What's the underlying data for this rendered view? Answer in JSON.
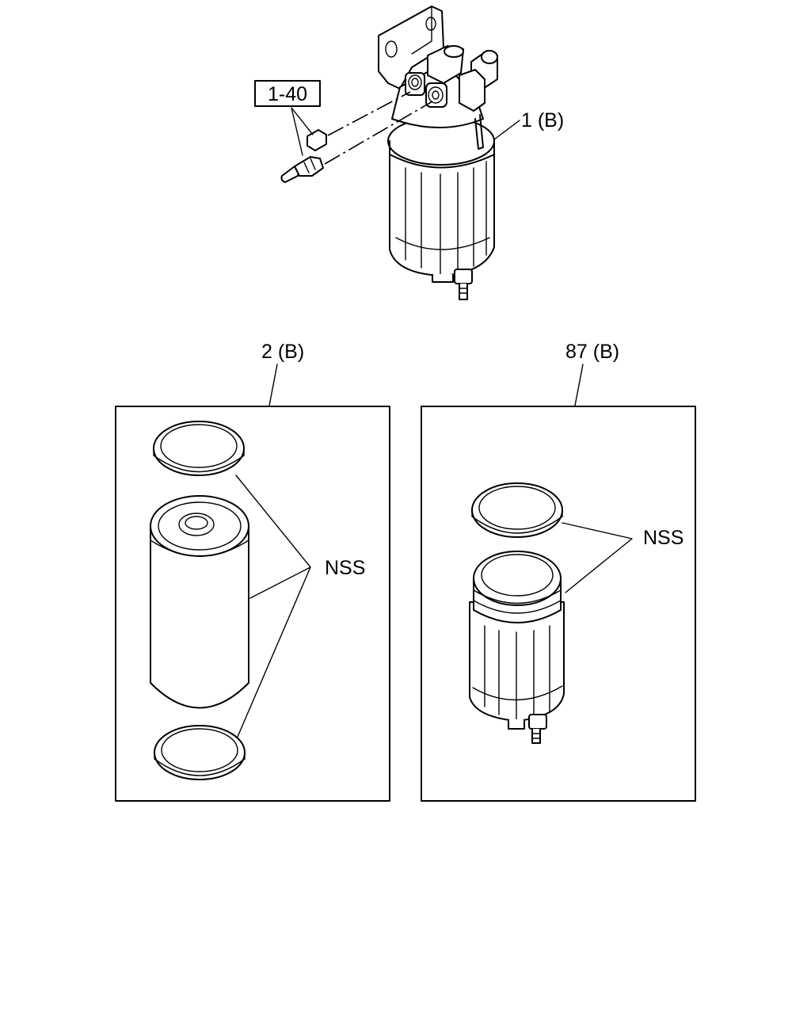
{
  "callouts": {
    "ref_box": "1-40",
    "part_1": "1 (B)",
    "part_2": "2 (B)",
    "part_87": "87 (B)",
    "nss_left": "NSS",
    "nss_right": "NSS"
  }
}
